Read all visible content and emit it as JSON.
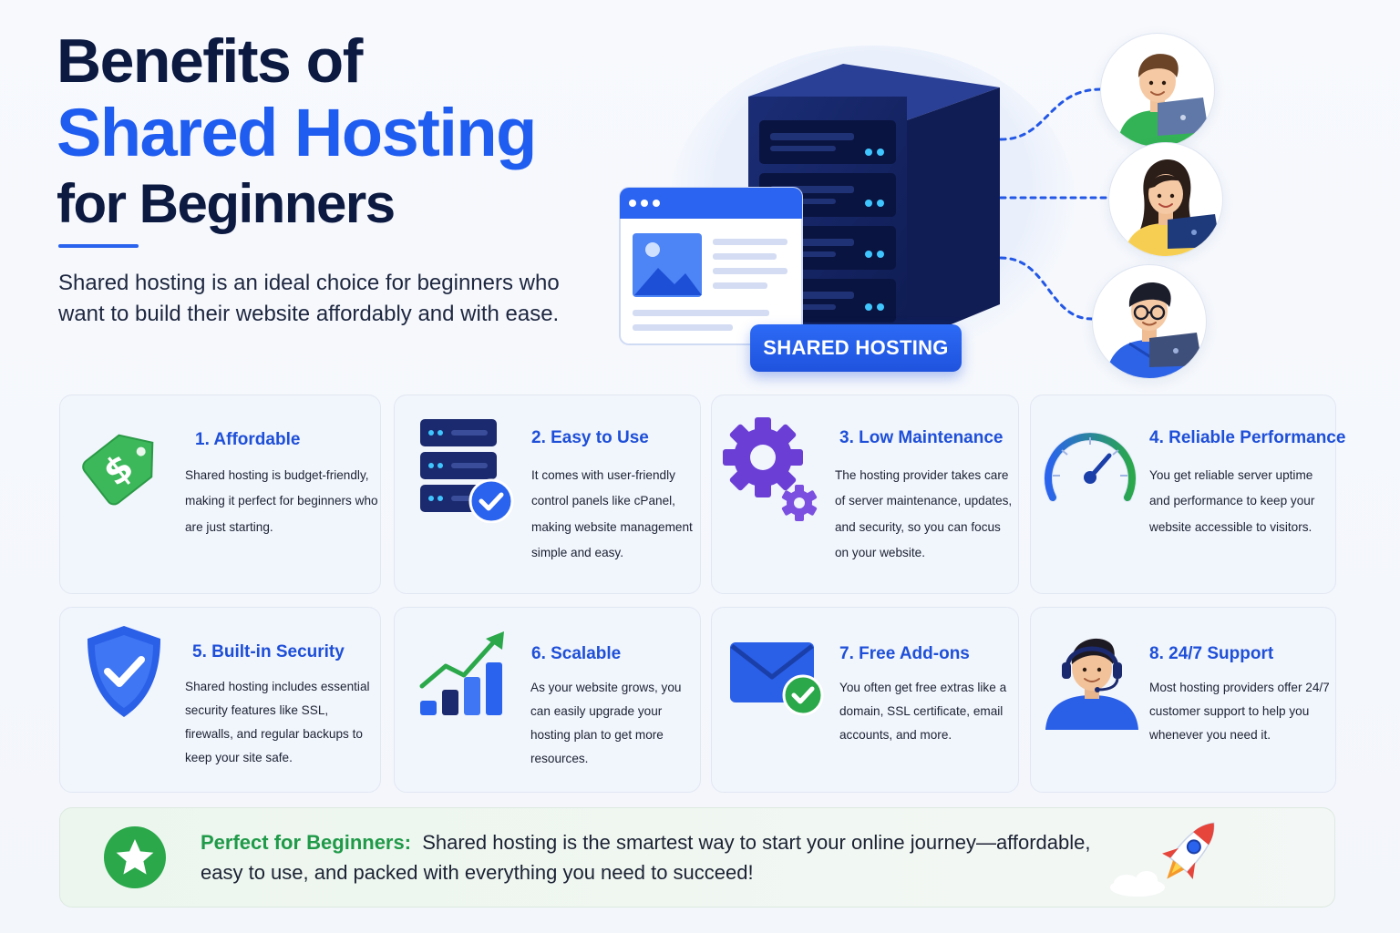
{
  "header": {
    "title_line1": "Benefits of",
    "title_line2": "Shared Hosting",
    "title_line3": "for Beginners",
    "intro": "Shared hosting is an ideal choice for beginners who want to build their website affordably and with ease."
  },
  "hero": {
    "badge": "SHARED HOSTING",
    "icons": [
      "browser-window-icon",
      "server-rack-icon",
      "user-green-laptop-icon",
      "user-yellow-laptop-icon",
      "user-blue-laptop-icon"
    ]
  },
  "benefits": [
    {
      "title": "1. Affordable",
      "text": "Shared hosting is budget-friendly, making it perfect for beginners who are just starting.",
      "icon": "price-tag-icon"
    },
    {
      "title": "2. Easy to Use",
      "text": "It comes with user-friendly control panels like cPanel, making website management simple and easy.",
      "icon": "server-check-icon"
    },
    {
      "title": "3. Low Maintenance",
      "text": "The hosting provider takes care of server maintenance, updates, and security, so you can focus on your website.",
      "icon": "gears-icon"
    },
    {
      "title": "4. Reliable Performance",
      "text": "You get reliable server uptime and performance to keep your website accessible to visitors.",
      "icon": "speedometer-icon"
    },
    {
      "title": "5. Built-in Security",
      "text": "Shared hosting includes essential security features like SSL, firewalls, and regular backups to keep your site safe.",
      "icon": "shield-check-icon"
    },
    {
      "title": "6. Scalable",
      "text": "As your website grows, you can easily upgrade your hosting plan to get more resources.",
      "icon": "growth-chart-icon"
    },
    {
      "title": "7. Free Add-ons",
      "text": "You often get free extras like a domain, SSL certificate, email accounts, and more.",
      "icon": "envelope-check-icon"
    },
    {
      "title": "8. 24/7 Support",
      "text": "Most hosting providers offer 24/7 customer support to help you whenever you need it.",
      "icon": "support-agent-icon"
    }
  ],
  "banner": {
    "lead": "Perfect for Beginners:",
    "text": "Shared hosting is the smartest way to start your online journey—affordable, easy to use, and packed with everything you need to succeed!",
    "icons": [
      "star-badge-icon",
      "rocket-icon"
    ]
  },
  "colors": {
    "accent": "#1f5cf0",
    "navy": "#0c1a42",
    "green": "#1f9a48",
    "card_bg": "#f1f5fc"
  }
}
